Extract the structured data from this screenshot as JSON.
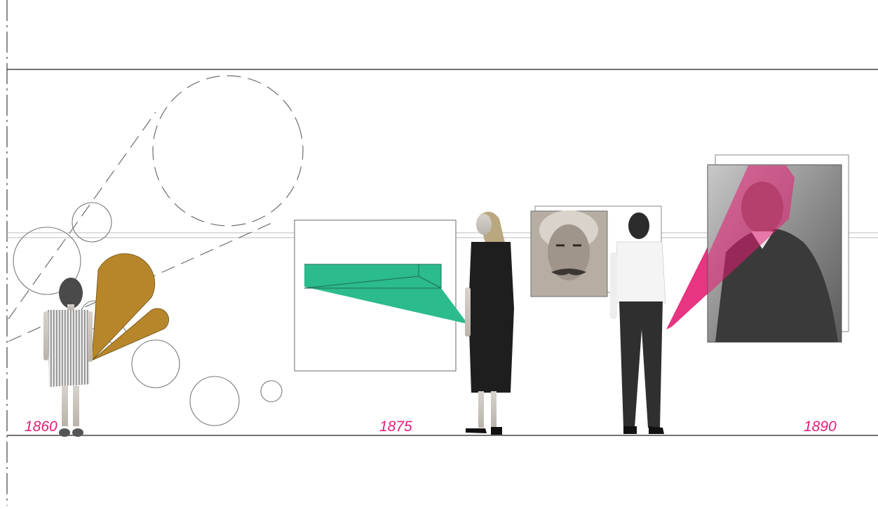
{
  "timeline": {
    "years": [
      "1860",
      "1875",
      "1890"
    ],
    "accent_color": "#e31c79"
  },
  "views": {
    "child": {
      "cone_color": "#b8862a"
    },
    "woman": {
      "cone_color": "#2bbb8c"
    },
    "man": {
      "cone_color": "#e3196f"
    }
  }
}
